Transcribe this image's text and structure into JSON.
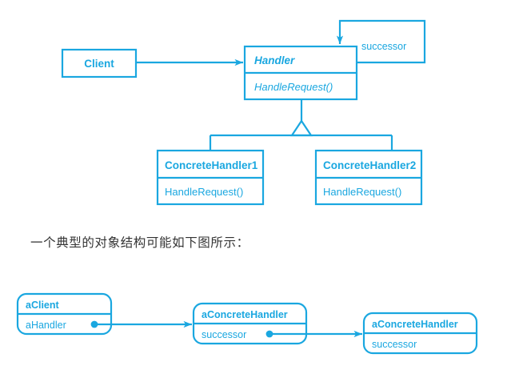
{
  "figure": {
    "title_text": "",
    "accent_color": "#1AA7E0",
    "caption_color": "#333333",
    "background_color": "#FFFFFF"
  },
  "class_diagram": {
    "classes": [
      {
        "id": "client",
        "name": "Client",
        "abstract": false,
        "operations": []
      },
      {
        "id": "handler",
        "name": "Handler",
        "abstract": true,
        "operations": [
          "HandleRequest()"
        ]
      },
      {
        "id": "concrete1",
        "name": "ConcreteHandler1",
        "abstract": false,
        "operations": [
          "HandleRequest()"
        ]
      },
      {
        "id": "concrete2",
        "name": "ConcreteHandler2",
        "abstract": false,
        "operations": [
          "HandleRequest()"
        ]
      }
    ],
    "associations": [
      {
        "id": "client-handler",
        "from": "client",
        "to": "handler",
        "label": "",
        "type": "directed-association"
      },
      {
        "id": "handler-successor",
        "from": "handler",
        "to": "handler",
        "label": "successor",
        "type": "self-association"
      }
    ],
    "generalizations": [
      {
        "from": "concrete1",
        "to": "handler"
      },
      {
        "from": "concrete2",
        "to": "handler"
      }
    ]
  },
  "caption": {
    "text": "一个典型的对象结构可能如下图所示："
  },
  "object_diagram": {
    "objects": [
      {
        "id": "aclient",
        "name": "aClient",
        "slots": [
          "aHandler"
        ]
      },
      {
        "id": "ahandler1",
        "name": "aConcreteHandler",
        "slots": [
          "successor"
        ]
      },
      {
        "id": "ahandler2",
        "name": "aConcreteHandler",
        "slots": [
          "successor"
        ]
      }
    ],
    "links": [
      {
        "id": "link-1",
        "from": "aclient",
        "to": "ahandler1"
      },
      {
        "id": "link-2",
        "from": "ahandler1",
        "to": "ahandler2"
      }
    ]
  }
}
